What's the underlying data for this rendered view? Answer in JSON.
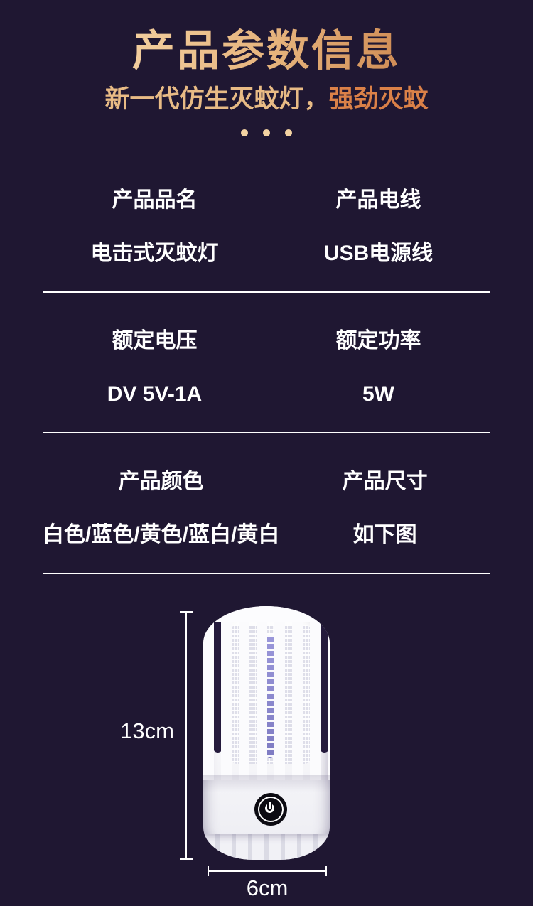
{
  "page": {
    "background": "#1F1732"
  },
  "header": {
    "title": "产品参数信息",
    "subtitle": {
      "part1": "新一代仿生灭蚊灯，",
      "part2": "强劲灭蚊"
    },
    "dots_count": 3
  },
  "colors": {
    "title_gradient_start": "#F2CE9E",
    "title_gradient_end": "#D08C55",
    "subtitle_part1": "#E8BB85",
    "subtitle_part2": "#DB8148",
    "dot": "#F3D3A2",
    "divider": "#FFFFFF",
    "spec_text": "#FFFFFF",
    "uv_strip": "#8B88CE",
    "lamp_body": "#F6F6F9",
    "power_button": "#0C0B12"
  },
  "specs": {
    "rows": [
      {
        "left": {
          "label": "产品品名",
          "value": "电击式灭蚊灯"
        },
        "right": {
          "label": "产品电线",
          "value": "USB电源线"
        }
      },
      {
        "left": {
          "label": "额定电压",
          "value": "DV 5V-1A"
        },
        "right": {
          "label": "额定功率",
          "value": "5W"
        }
      },
      {
        "left": {
          "label": "产品颜色",
          "value": "白色/蓝色/黄色/蓝白/黄白"
        },
        "right": {
          "label": "产品尺寸",
          "value": "如下图"
        }
      }
    ]
  },
  "figure": {
    "height_label": "13cm",
    "width_label": "6cm",
    "icon": "power-icon"
  }
}
